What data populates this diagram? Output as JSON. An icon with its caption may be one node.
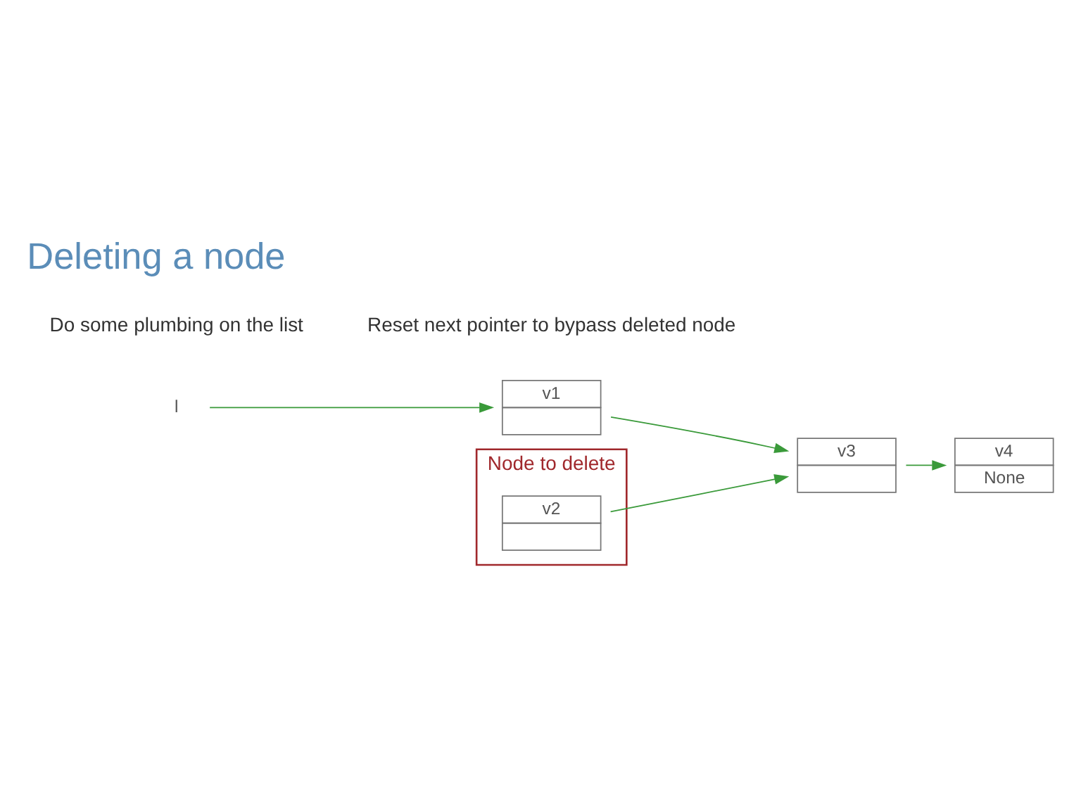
{
  "diagram": {
    "title": "Deleting a node",
    "nodes": [
      {
        "text": [
          "l"
        ]
      },
      {
        "text": [
          "v1"
        ]
      },
      {
        "text": [
          "Node to delete"
        ]
      },
      {
        "text": [
          "v2"
        ],
        "in": 2
      },
      {
        "text": [
          "v3"
        ]
      },
      {
        "text": [
          "v4",
          "None"
        ]
      }
    ],
    "edges": [
      {
        "from": 0,
        "to": 1,
        "arrow": "to"
      },
      {
        "from": 1,
        "to": 4,
        "arrow": "to"
      },
      {
        "from": 3,
        "to": 4,
        "arrow": "to"
      },
      {
        "from": 4,
        "to": 5,
        "arrow": "to"
      }
    ],
    "labels": [
      "Do some plumbing on the list",
      "Reset next pointer to bypass deleted node"
    ]
  }
}
